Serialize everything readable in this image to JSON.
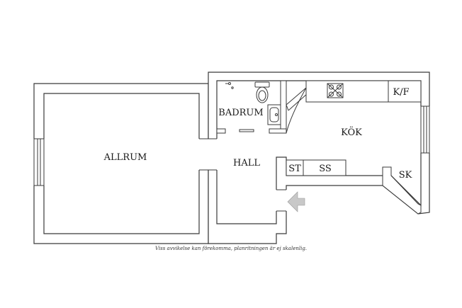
{
  "rooms": {
    "allrum": "ALLRUM",
    "badrum": "BADRUM",
    "hall": "HALL",
    "kok": "KÖK",
    "st": "ST",
    "ss": "SS",
    "kf": "K/F",
    "sk": "SK"
  },
  "caption": "Viss avvikelse kan förekomma, planritningen är ej skalenlig.",
  "colors": {
    "wall": "#3a3a3a",
    "entrance_arrow": "#c8c8c8",
    "background": "#ffffff"
  },
  "icons": {
    "entrance": "entrance-arrow-icon",
    "stove": "stove-icon",
    "toilet": "toilet-icon",
    "sink": "sink-icon"
  }
}
